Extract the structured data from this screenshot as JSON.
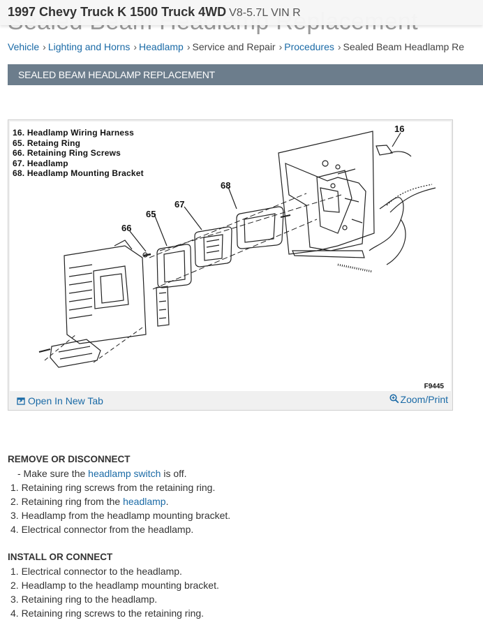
{
  "page": {
    "background_title": "Sealed Beam Headlamp Replacement",
    "vehicle": "1997 Chevy Truck K 1500 Truck 4WD",
    "engine": "V8-5.7L VIN R"
  },
  "breadcrumb": [
    {
      "label": "Vehicle",
      "link": true
    },
    {
      "label": "Lighting and Horns",
      "link": true
    },
    {
      "label": "Headlamp",
      "link": true
    },
    {
      "label": "Service and Repair",
      "link": false
    },
    {
      "label": "Procedures",
      "link": true
    },
    {
      "label": "Sealed Beam Headlamp Re",
      "link": false
    }
  ],
  "section_title": "SEALED BEAM HEADLAMP REPLACEMENT",
  "figure": {
    "legend": [
      "16.  Headlamp Wiring Harness",
      "65.  Retaing Ring",
      "66.  Retaining Ring Screws",
      "67.  Headlamp",
      "68.  Headlamp Mounting Bracket"
    ],
    "callouts": [
      "16",
      "68",
      "67",
      "65",
      "66"
    ],
    "figure_id": "F9445",
    "open_tab_label": "Open In New Tab",
    "zoom_label": "Zoom/Print"
  },
  "remove": {
    "heading": "REMOVE OR DISCONNECT",
    "note_prefix": "-  Make sure the ",
    "note_link": "headlamp switch",
    "note_suffix": " is off.",
    "step1": "1. Retaining ring screws from the retaining ring.",
    "step2_prefix": "2. Retaining ring from the ",
    "step2_link": "headlamp",
    "step2_suffix": ".",
    "step3": "3. Headlamp from the headlamp mounting bracket.",
    "step4": "4. Electrical connector from the headlamp."
  },
  "install": {
    "heading": "INSTALL OR CONNECT",
    "steps": [
      "1. Electrical connector to the headlamp.",
      "2. Headlamp to the headlamp mounting bracket.",
      "3. Retaining ring to the headlamp.",
      "4. Retaining ring screws to the retaining ring."
    ]
  },
  "colors": {
    "link": "#1a6aa6",
    "section_bar": "#6c7d8c",
    "topbar": "#f6f6f6"
  }
}
